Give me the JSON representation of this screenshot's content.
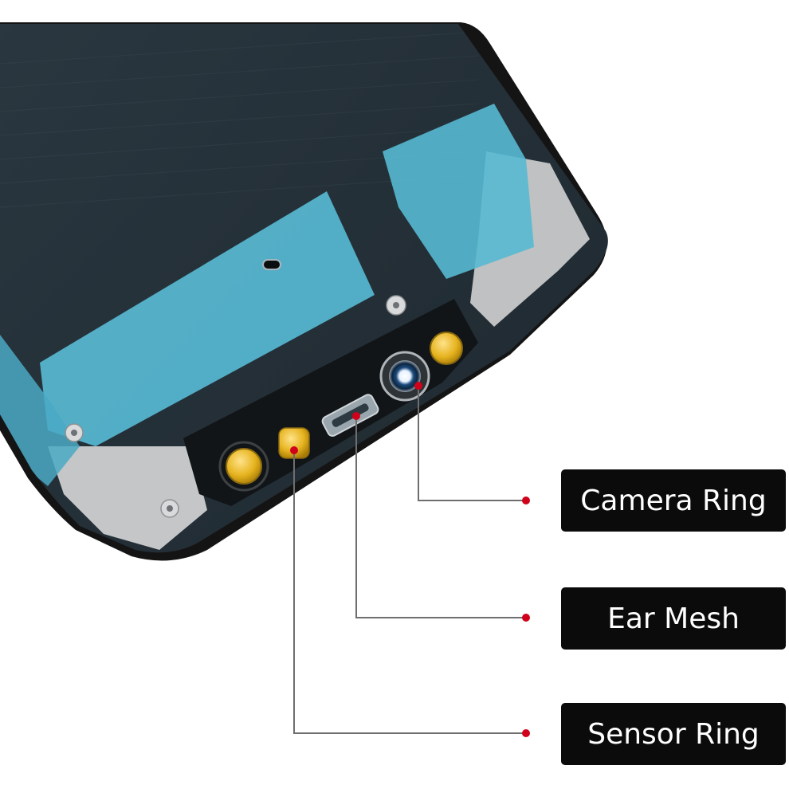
{
  "image": {
    "subject": "phone-screen-back-panel",
    "colors": {
      "frame": "#141414",
      "backplate": "#1f2a32",
      "tape": "#57b9d2",
      "metal": "#bfc1c2",
      "gold": "#e6b41f",
      "marker": "#d0021b"
    }
  },
  "callouts": [
    {
      "id": "camera",
      "label": "Camera Ring"
    },
    {
      "id": "ear",
      "label": "Ear Mesh"
    },
    {
      "id": "sensor",
      "label": "Sensor Ring"
    }
  ]
}
